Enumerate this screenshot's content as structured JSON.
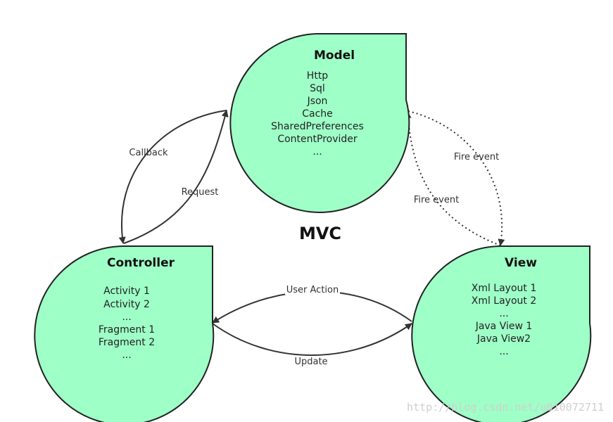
{
  "center_label": "MVC",
  "nodes": {
    "model": {
      "title": "Model",
      "items": [
        "Http",
        "Sql",
        "Json",
        "Cache",
        "SharedPreferences",
        "ContentProvider",
        "..."
      ]
    },
    "controller": {
      "title": "Controller",
      "items": [
        "Activity 1",
        "Activity 2",
        "...",
        "Fragment 1",
        "Fragment 2",
        "..."
      ]
    },
    "view": {
      "title": "View",
      "items": [
        "Xml Layout 1",
        "Xml Layout 2",
        "...",
        "Java View 1",
        "Java View2",
        "..."
      ]
    }
  },
  "edges": {
    "callback": "Callback",
    "request": "Request",
    "fire_event_1": "Fire event",
    "fire_event_2": "Fire event",
    "user_action": "User Action",
    "update": "Update"
  },
  "watermark": "http://blog.csdn.net/u010072711",
  "colors": {
    "node_fill": "#9effc7",
    "node_stroke": "#222222",
    "arrow": "#333333"
  }
}
